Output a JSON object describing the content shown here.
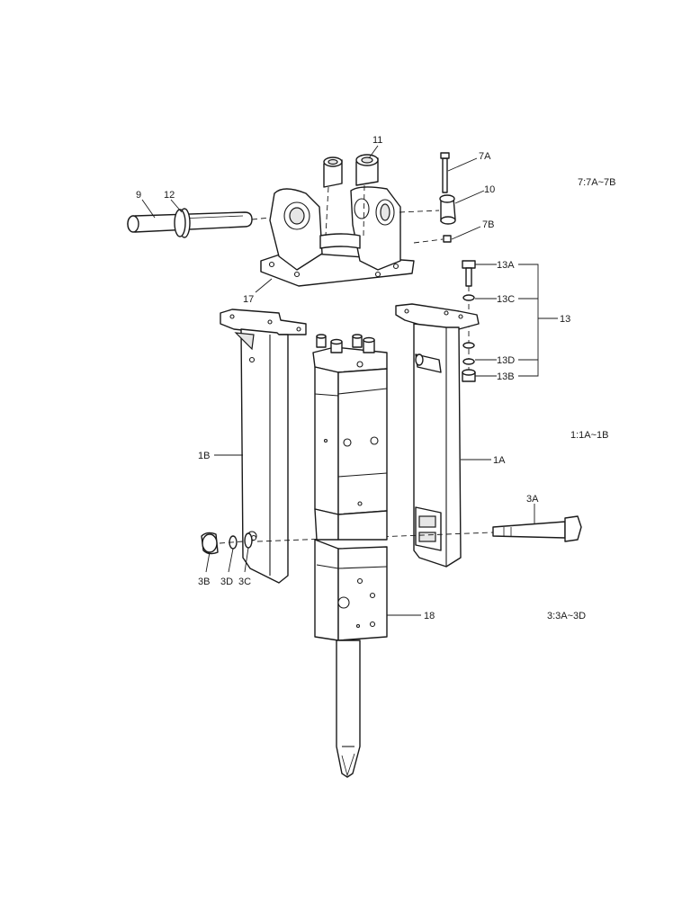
{
  "labels": {
    "p9": "9",
    "p12": "12",
    "p11": "11",
    "p7A": "7A",
    "p10": "10",
    "p7B": "7B",
    "p17": "17",
    "p13A": "13A",
    "p13C": "13C",
    "p13": "13",
    "p13D": "13D",
    "p13B": "13B",
    "p1B": "1B",
    "p1A": "1A",
    "p3A": "3A",
    "p3B": "3B",
    "p3D": "3D",
    "p3C": "3C",
    "p18": "18"
  },
  "groups": {
    "g7": "7:7A~7B",
    "g1": "1:1A~1B",
    "g3": "3:3A~3D"
  }
}
